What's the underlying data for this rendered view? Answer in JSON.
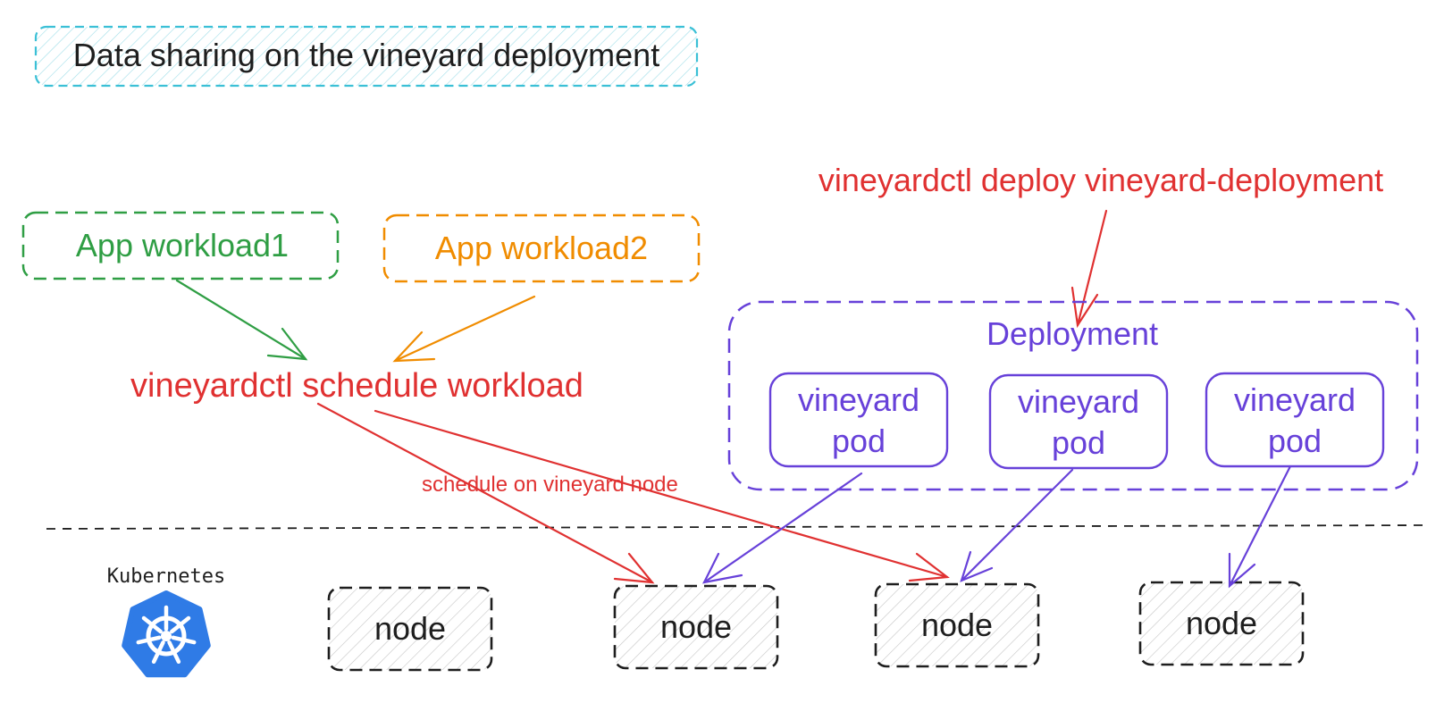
{
  "title": "Data sharing on the vineyard deployment",
  "app_workloads": [
    {
      "label": "App workload1",
      "color": "#2f9e44"
    },
    {
      "label": "App workload2",
      "color": "#f08c00"
    }
  ],
  "scheduler": {
    "label": "vineyardctl schedule workload",
    "edge_label": "schedule on vineyard node",
    "color": "#e03131"
  },
  "deploy_command": {
    "label": "vineyardctl deploy vineyard-deployment",
    "color": "#e03131"
  },
  "deployment": {
    "label": "Deployment",
    "color": "#6741d9",
    "pods": [
      {
        "line1": "vineyard",
        "line2": "pod"
      },
      {
        "line1": "vineyard",
        "line2": "pod"
      },
      {
        "line1": "vineyard",
        "line2": "pod"
      }
    ]
  },
  "kubernetes": {
    "label": "Kubernetes",
    "logo_color": "#2f7be6",
    "icon": "kubernetes-helm-icon"
  },
  "nodes": [
    {
      "label": "node"
    },
    {
      "label": "node"
    },
    {
      "label": "node"
    },
    {
      "label": "node"
    }
  ],
  "colors": {
    "title_border": "#3bc0d6",
    "node_border": "#1e1e1e",
    "separator": "#1e1e1e"
  }
}
